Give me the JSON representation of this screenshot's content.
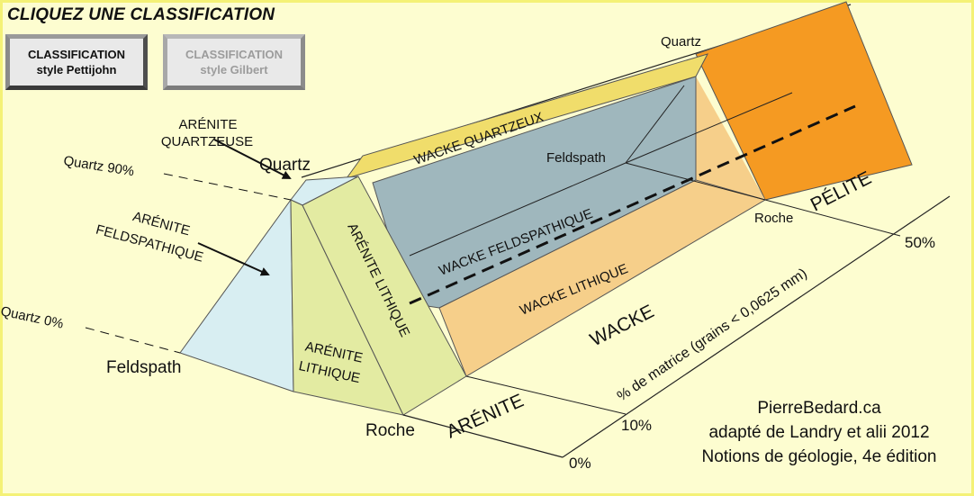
{
  "header": {
    "title": "CLIQUEZ UNE CLASSIFICATION"
  },
  "buttons": [
    {
      "line1": "CLASSIFICATION",
      "line2": "style Pettijohn"
    },
    {
      "line1": "CLASSIFICATION",
      "line2": "style Gilbert"
    }
  ],
  "labels": {
    "arenite_quartzeuse_1": "ARÉNITE",
    "arenite_quartzeuse_2": "QUARTZEUSE",
    "quartz_90": "Quartz 90%",
    "quartz_0": "Quartz 0%",
    "arenite_feld_1": "ARÉNITE",
    "arenite_feld_2": "FELDSPATHIQUE",
    "quartz_front": "Quartz",
    "feldspath_front": "Feldspath",
    "roche_front": "Roche",
    "arenite_lithique_face": "ARÉNITE LITHIQUE",
    "arenite_lithique_1": "ARÉNITE",
    "arenite_lithique_2": "LITHIQUE",
    "wacke_quartzeux": "WACKE QUARTZEUX",
    "feldspath_mid": "Feldspath",
    "wacke_feld": "WACKE FELDSPATHIQUE",
    "wacke_lithique": "WACKE LITHIQUE",
    "quartz_top": "Quartz",
    "roche_back": "Roche",
    "pelite": "PÉLITE",
    "wacke": "WACKE",
    "arenite": "ARÉNITE",
    "axis_label": "% de matrice (grains < 0,0625 mm)",
    "pct_50": "50%",
    "pct_10": "10%",
    "pct_0": "0%"
  },
  "credits": {
    "line1": "PierreBedard.ca",
    "line2": "adapté de Landry et alii 2012",
    "line3": "Notions de géologie, 4e édition"
  },
  "colors": {
    "background": "#fdfdd0",
    "feldspathique": "#d8eef2",
    "lithique_arenite": "#e3eba2",
    "wacke_quartzeux": "#f0dd6b",
    "wacke_feld": "#9fb7bd",
    "wacke_lithique": "#f6cf8a",
    "pelite": "#f59a22"
  }
}
